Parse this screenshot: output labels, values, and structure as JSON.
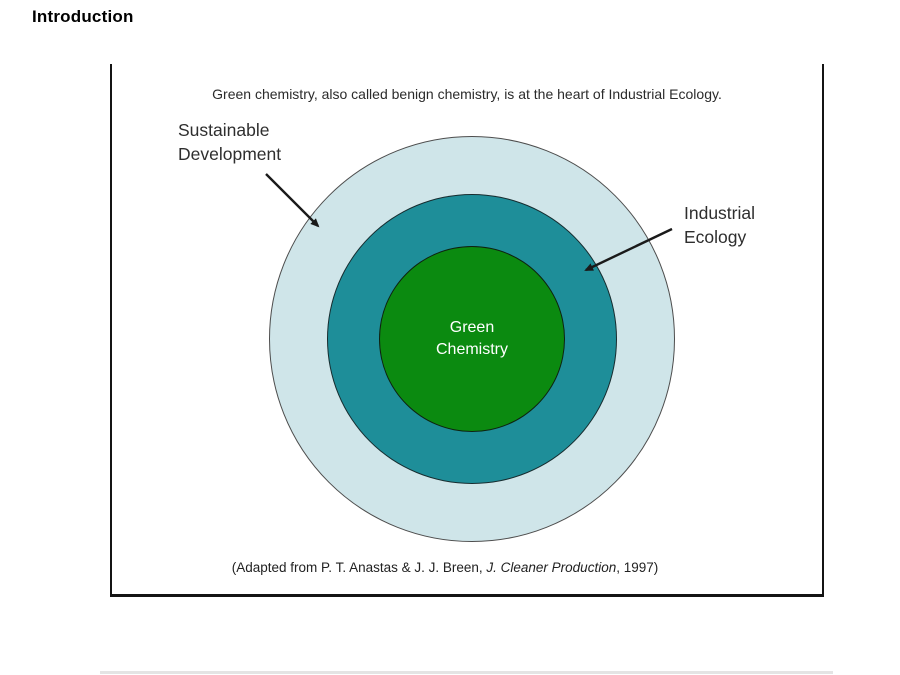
{
  "page": {
    "title": "Introduction"
  },
  "figure": {
    "caption_top": "Green chemistry, also called benign chemistry, is at the heart of Industrial Ecology.",
    "rings": {
      "outer": {
        "label_line1": "Sustainable",
        "label_line2": "Development",
        "color": "#cfe5e9"
      },
      "middle": {
        "label_line1": "Industrial",
        "label_line2": "Ecology",
        "color": "#1e8e99"
      },
      "inner": {
        "label_line1": "Green",
        "label_line2": "Chemistry",
        "color": "#0b8a10"
      }
    },
    "citation": {
      "prefix": "(Adapted from P. T. Anastas & J. J. Breen, ",
      "journal": "J. Cleaner Production",
      "suffix": ", 1997)"
    },
    "ink_color": "#1a1a1a"
  }
}
